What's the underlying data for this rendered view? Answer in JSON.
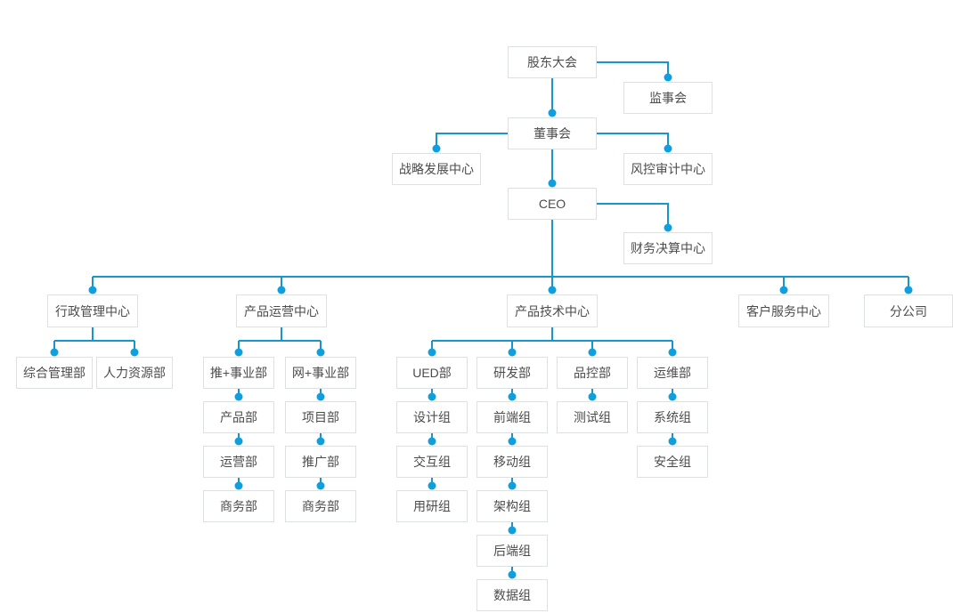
{
  "colors": {
    "line": "#1795cd",
    "dot": "#109fdd",
    "box_border": "#dde1e4",
    "box_bg": "#ffffff",
    "text": "#4c4c4c"
  },
  "org": {
    "nodes": {
      "shareholders": "股东大会",
      "supervisors": "监事会",
      "board": "董事会",
      "strategy_center": "战略发展中心",
      "risk_audit_center": "风控审计中心",
      "ceo": "CEO",
      "finance_center": "财务决算中心",
      "admin_center": "行政管理中心",
      "product_operation_center": "产品运营中心",
      "product_tech_center": "产品技术中心",
      "customer_service_center": "客户服务中心",
      "branch_company": "分公司",
      "general_admin_dept": "综合管理部",
      "hr_dept": "人力资源部",
      "tui_division": "推+事业部",
      "wang_division": "网+事业部",
      "product_dept": "产品部",
      "operation_dept": "运营部",
      "business_dept_tui": "商务部",
      "project_dept": "项目部",
      "promotion_dept": "推广部",
      "business_dept_wang": "商务部",
      "ued_dept": "UED部",
      "design_group": "设计组",
      "interaction_group": "交互组",
      "user_research_group": "用研组",
      "rd_dept": "研发部",
      "frontend_group": "前端组",
      "mobile_group": "移动组",
      "architecture_group": "架构组",
      "backend_group": "后端组",
      "data_group": "数据组",
      "qc_dept": "品控部",
      "testing_group": "测试组",
      "ops_dept": "运维部",
      "system_group": "系统组",
      "security_group": "安全组"
    },
    "edges": [
      [
        "shareholders",
        "supervisors"
      ],
      [
        "shareholders",
        "board"
      ],
      [
        "board",
        "strategy_center"
      ],
      [
        "board",
        "risk_audit_center"
      ],
      [
        "board",
        "ceo"
      ],
      [
        "ceo",
        "finance_center"
      ],
      [
        "ceo",
        "admin_center"
      ],
      [
        "ceo",
        "product_operation_center"
      ],
      [
        "ceo",
        "product_tech_center"
      ],
      [
        "ceo",
        "customer_service_center"
      ],
      [
        "ceo",
        "branch_company"
      ],
      [
        "admin_center",
        "general_admin_dept"
      ],
      [
        "admin_center",
        "hr_dept"
      ],
      [
        "product_operation_center",
        "tui_division"
      ],
      [
        "product_operation_center",
        "wang_division"
      ],
      [
        "tui_division",
        "product_dept"
      ],
      [
        "product_dept",
        "operation_dept"
      ],
      [
        "operation_dept",
        "business_dept_tui"
      ],
      [
        "wang_division",
        "project_dept"
      ],
      [
        "project_dept",
        "promotion_dept"
      ],
      [
        "promotion_dept",
        "business_dept_wang"
      ],
      [
        "product_tech_center",
        "ued_dept"
      ],
      [
        "product_tech_center",
        "rd_dept"
      ],
      [
        "product_tech_center",
        "qc_dept"
      ],
      [
        "product_tech_center",
        "ops_dept"
      ],
      [
        "ued_dept",
        "design_group"
      ],
      [
        "design_group",
        "interaction_group"
      ],
      [
        "interaction_group",
        "user_research_group"
      ],
      [
        "rd_dept",
        "frontend_group"
      ],
      [
        "frontend_group",
        "mobile_group"
      ],
      [
        "mobile_group",
        "architecture_group"
      ],
      [
        "architecture_group",
        "backend_group"
      ],
      [
        "backend_group",
        "data_group"
      ],
      [
        "qc_dept",
        "testing_group"
      ],
      [
        "ops_dept",
        "system_group"
      ],
      [
        "system_group",
        "security_group"
      ]
    ]
  }
}
